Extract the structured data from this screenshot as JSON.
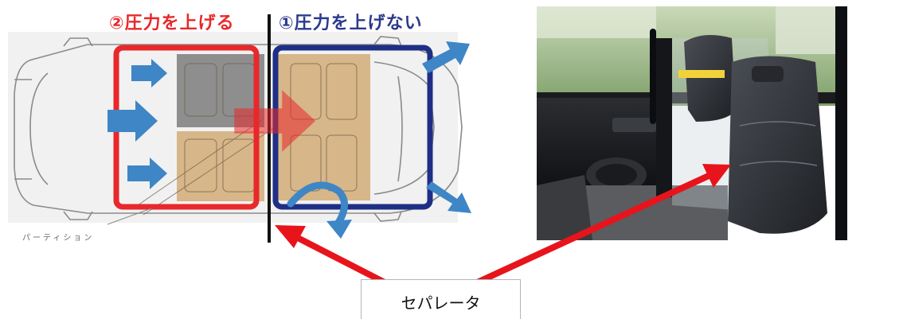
{
  "diagram": {
    "heading_left": "②圧力を上げる",
    "heading_right": "①圧力を上げない",
    "partition_label": "パーティション"
  },
  "callout": {
    "label": "セパレータ"
  },
  "colors": {
    "high_pressure_red": "#e8282b",
    "low_pressure_blue": "#1f2f86",
    "airflow_arrow_blue": "#3e86c6",
    "callout_arrow_red": "#e8141b",
    "seat_zone_tan": "#d2ab77"
  }
}
